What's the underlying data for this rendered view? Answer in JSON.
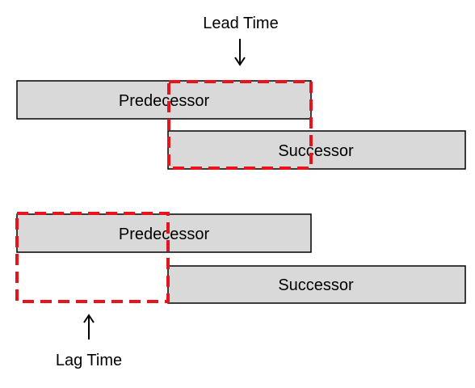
{
  "diagram": {
    "top": {
      "caption": "Lead Time",
      "predecessor_label": "Predecessor",
      "successor_label": "Successor"
    },
    "bottom": {
      "caption": "Lag Time",
      "predecessor_label": "Predecessor",
      "successor_label": "Successor"
    }
  },
  "colors": {
    "bar_fill": "#d9d9d9",
    "bar_stroke": "#000000",
    "highlight_dash": "#e8141c",
    "text": "#000000"
  },
  "icons": {
    "lead_arrow": "arrow-down-icon",
    "lag_arrow": "arrow-up-icon"
  }
}
